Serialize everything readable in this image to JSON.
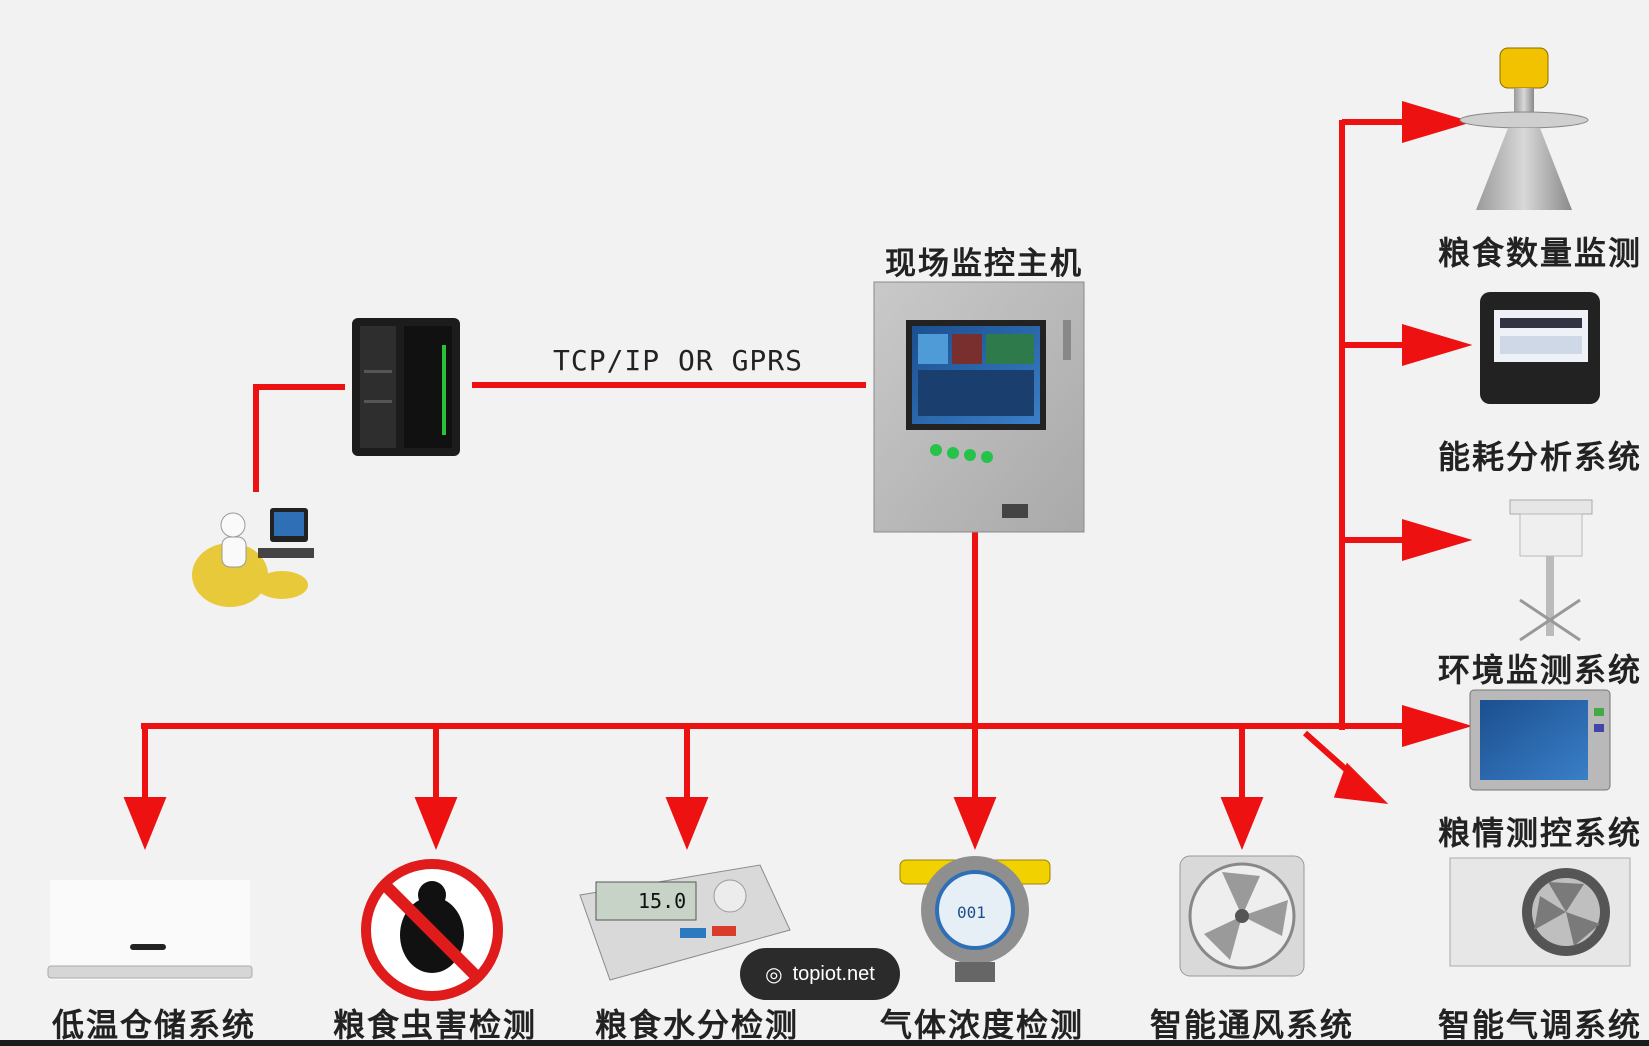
{
  "host_label": "现场监控主机",
  "protocol_label": "TCP/IP OR GPRS",
  "right_devices": [
    {
      "label": "粮食数量监测"
    },
    {
      "label": "能耗分析系统"
    },
    {
      "label": "环境监测系统"
    },
    {
      "label": "粮情测控系统"
    }
  ],
  "bottom_devices": [
    {
      "label": "低温仓储系统"
    },
    {
      "label": "粮食虫害检测"
    },
    {
      "label": "粮食水分检测"
    },
    {
      "label": "气体浓度检测"
    },
    {
      "label": "智能通风系统"
    },
    {
      "label": "智能气调系统"
    }
  ],
  "moisture_display": "15.0",
  "gas_display": "001",
  "watermark": "topiot.net",
  "colors": {
    "line": "#ee1111",
    "background": "#f2f2f2"
  }
}
